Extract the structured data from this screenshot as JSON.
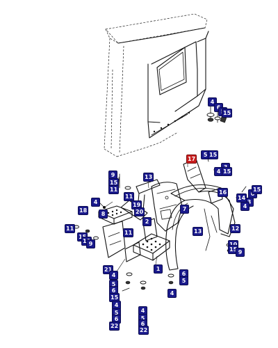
{
  "highlight_color": "#c81e1e",
  "callout_color": "#1a1a8c",
  "callouts": [
    {
      "label": "4"
    },
    {
      "label": "6"
    },
    {
      "label": "5"
    },
    {
      "label": "15"
    },
    {
      "label": "17",
      "highlighted": true
    },
    {
      "label": "5"
    },
    {
      "label": "15"
    },
    {
      "label": "3"
    },
    {
      "label": "4"
    },
    {
      "label": "15"
    },
    {
      "label": "9"
    },
    {
      "label": "15"
    },
    {
      "label": "11"
    },
    {
      "label": "16"
    },
    {
      "label": "13"
    },
    {
      "label": "6"
    },
    {
      "label": "15"
    },
    {
      "label": "3"
    },
    {
      "label": "4"
    },
    {
      "label": "14"
    },
    {
      "label": "4"
    },
    {
      "label": "19"
    },
    {
      "label": "18"
    },
    {
      "label": "20"
    },
    {
      "label": "11"
    },
    {
      "label": "7"
    },
    {
      "label": "13"
    },
    {
      "label": "12"
    },
    {
      "label": "2"
    },
    {
      "label": "11"
    },
    {
      "label": "15"
    },
    {
      "label": "10"
    },
    {
      "label": "9"
    },
    {
      "label": "8"
    },
    {
      "label": "11"
    },
    {
      "label": "10"
    },
    {
      "label": "15"
    },
    {
      "label": "9"
    },
    {
      "label": "1"
    },
    {
      "label": "21"
    },
    {
      "label": "4"
    },
    {
      "label": "5"
    },
    {
      "label": "6"
    },
    {
      "label": "15"
    },
    {
      "label": "6"
    },
    {
      "label": "5"
    },
    {
      "label": "4"
    },
    {
      "label": "4"
    },
    {
      "label": "5"
    },
    {
      "label": "6"
    },
    {
      "label": "22"
    },
    {
      "label": "4"
    },
    {
      "label": "5"
    },
    {
      "label": "6"
    },
    {
      "label": "22"
    }
  ]
}
